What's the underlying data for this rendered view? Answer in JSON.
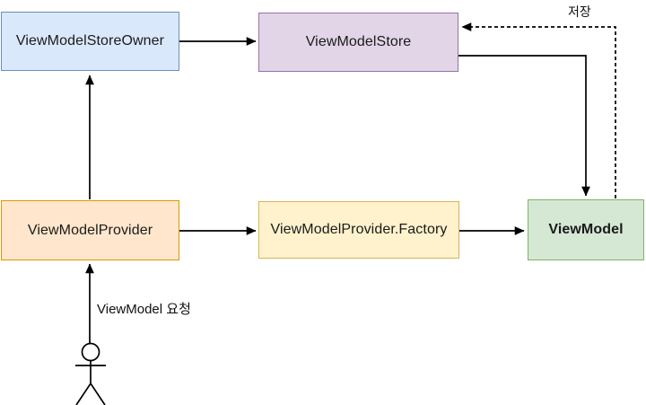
{
  "diagram": {
    "background": "#ffffff",
    "edge_color": "#000000",
    "nodes": [
      {
        "id": "ViewModelStoreOwner",
        "label": "ViewModelStoreOwner",
        "fill": "#dae8fc",
        "stroke": "#6c8ebf",
        "bold": false
      },
      {
        "id": "ViewModelStore",
        "label": "ViewModelStore",
        "fill": "#e1d5e7",
        "stroke": "#9673a6",
        "bold": false
      },
      {
        "id": "ViewModelProvider",
        "label": "ViewModelProvider",
        "fill": "#ffe6cc",
        "stroke": "#d79b00",
        "bold": false
      },
      {
        "id": "ViewModelProvider.Factory",
        "label": "ViewModelProvider.Factory",
        "fill": "#fff2cc",
        "stroke": "#d6b656",
        "bold": false
      },
      {
        "id": "ViewModel",
        "label": "ViewModel",
        "fill": "#d5e8d4",
        "stroke": "#82b366",
        "bold": true
      }
    ],
    "edges": [
      {
        "from": "ViewModelStoreOwner",
        "to": "ViewModelStore",
        "style": "solid",
        "label": ""
      },
      {
        "from": "ViewModelProvider",
        "to": "ViewModelStoreOwner",
        "style": "solid",
        "label": ""
      },
      {
        "from": "ViewModelStore",
        "to": "ViewModel",
        "style": "solid",
        "label": ""
      },
      {
        "from": "ViewModelProvider",
        "to": "ViewModelProvider.Factory",
        "style": "solid",
        "label": ""
      },
      {
        "from": "ViewModelProvider.Factory",
        "to": "ViewModel",
        "style": "solid",
        "label": ""
      },
      {
        "from": "actor",
        "to": "ViewModelProvider",
        "style": "solid",
        "label": "ViewModel 요청"
      },
      {
        "from": "ViewModel",
        "to": "ViewModelStore",
        "style": "dashed",
        "label": "저장"
      }
    ],
    "labels": {
      "save": "저장",
      "request": "ViewModel 요청"
    },
    "actor": {
      "type": "stick-figure-person"
    }
  }
}
